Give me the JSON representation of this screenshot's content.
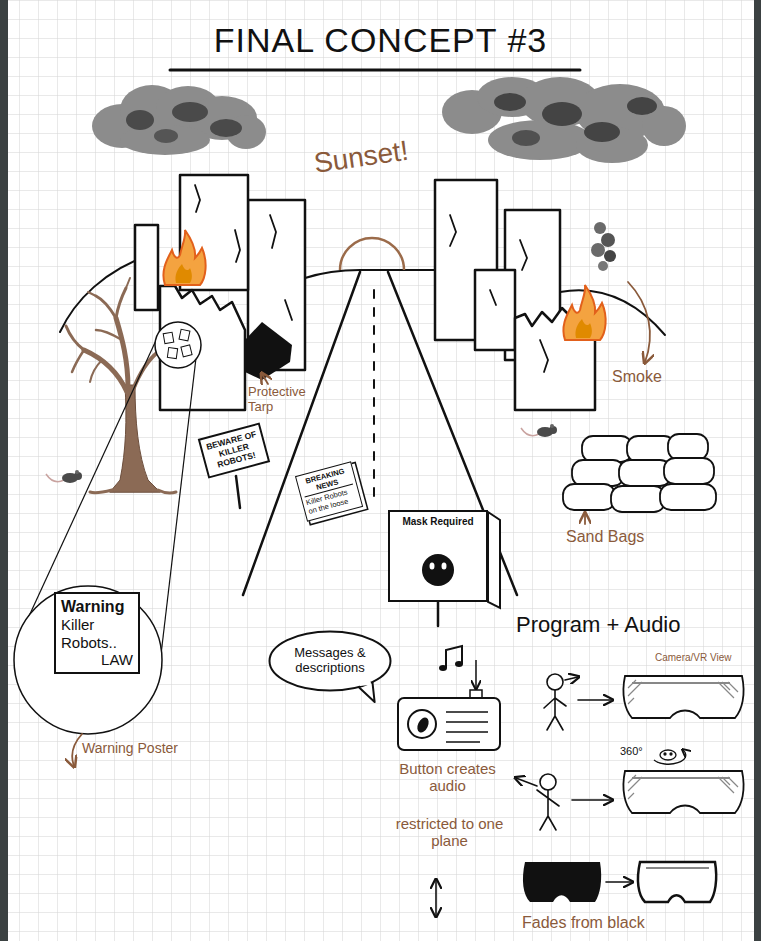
{
  "diagram": {
    "title": "FINAL CONCEPT #3",
    "nodes": [
      {
        "text": [
          "BEWARE OF KILLER ROBOTS!"
        ]
      },
      {
        "text": [
          "BREAKING NEWS",
          "Killer Robots on the loose"
        ]
      },
      {
        "text": [
          "Mask Required"
        ]
      },
      {
        "text": [
          "Warning",
          "Killer Robots..",
          "LAW"
        ]
      },
      {
        "text": [
          "Messages & descriptions"
        ]
      }
    ],
    "labels": [
      "Sunset!",
      "Protective Tarp",
      "Smoke",
      "Sand Bags",
      "Warning Poster",
      "Program + Audio",
      "Camera/VR View",
      "360°",
      "Button creates audio",
      "restricted to one plane",
      "Fades from black"
    ]
  }
}
